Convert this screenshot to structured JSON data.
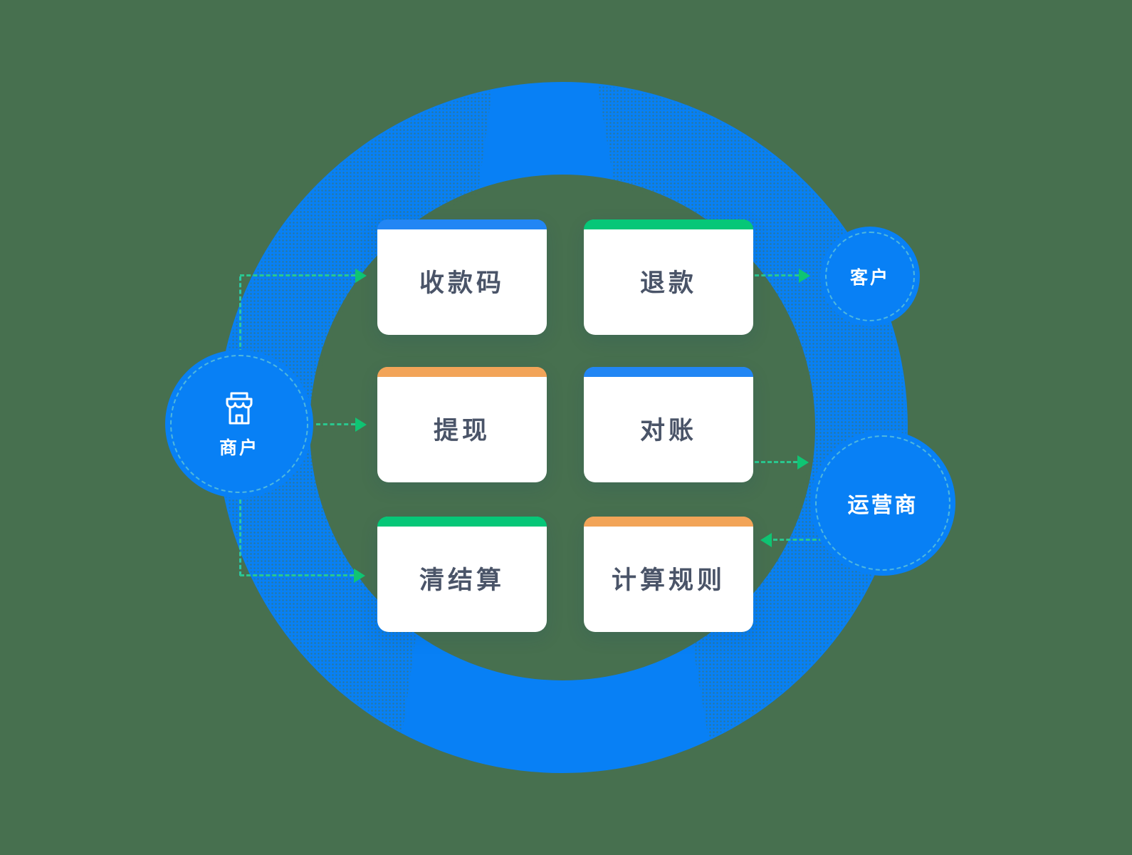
{
  "canvas": {
    "background_color": "#47704F"
  },
  "colors": {
    "bg": "#47704F",
    "ring": "#0880F5",
    "blue": "#2286F4",
    "green": "#06C778",
    "orange": "#F2A458",
    "arrow": "#2AC78E",
    "arrowv": "#2CC7A4",
    "arrowhead": "#0FC573",
    "cardtext": "#4A5468"
  },
  "nodes": {
    "merchant": {
      "label": "商户",
      "icon": "storefront-icon"
    },
    "customer": {
      "label": "客户"
    },
    "operator": {
      "label": "运营商"
    }
  },
  "cards": [
    {
      "id": "payment-code",
      "label": "收款码",
      "accent": "blue"
    },
    {
      "id": "refund",
      "label": "退款",
      "accent": "green"
    },
    {
      "id": "withdraw",
      "label": "提现",
      "accent": "orange"
    },
    {
      "id": "reconciliation",
      "label": "对账",
      "accent": "blue"
    },
    {
      "id": "clearing-settlement",
      "label": "清结算",
      "accent": "green"
    },
    {
      "id": "calculation-rules",
      "label": "计算规则",
      "accent": "orange"
    }
  ],
  "connections": [
    {
      "from": "merchant",
      "to": "payment-code"
    },
    {
      "from": "merchant",
      "to": "withdraw"
    },
    {
      "from": "merchant",
      "to": "clearing-settlement"
    },
    {
      "from": "refund",
      "to": "customer"
    },
    {
      "from": "reconciliation",
      "to": "operator"
    },
    {
      "from": "operator",
      "to": "calculation-rules"
    }
  ]
}
